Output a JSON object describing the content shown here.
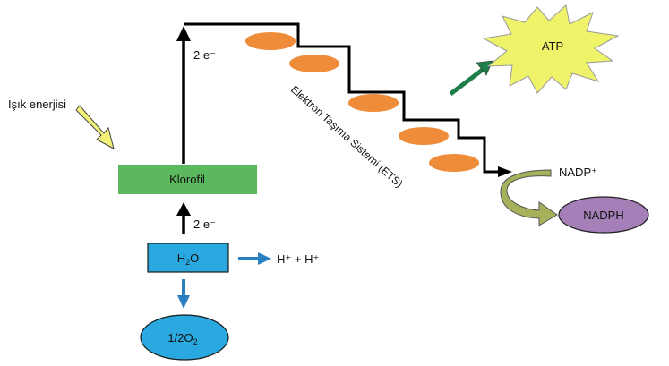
{
  "labels": {
    "light_energy": "Işık enerjisi",
    "chlorophyll": "Klorofil",
    "electrons_top": "2 e⁻",
    "electrons_bottom": "2 e⁻",
    "water_main": "H",
    "water_sub": "2",
    "water_tail": "O",
    "protons": "H⁺ + H⁺",
    "oxygen_main": "1/2O",
    "oxygen_sub": "2",
    "ets": "Elektron Taşıma Sistemi (ETS)",
    "atp": "ATP",
    "nadp": "NADP⁺",
    "nadph": "NADPH"
  },
  "colors": {
    "chlorophyll_fill": "#5cb85c",
    "water_fill": "#29a9df",
    "oxygen_fill": "#29a9df",
    "carrier_fill": "#ee8c3a",
    "atp_fill": "#eef36a",
    "nadph_fill": "#a57fb8",
    "nadp_arrow_fill": "#a7b05a",
    "light_arrow_fill": "#f3f37a",
    "atp_arrow_fill": "#1e7e4a",
    "blue_arrow_fill": "#2a7fc1"
  }
}
